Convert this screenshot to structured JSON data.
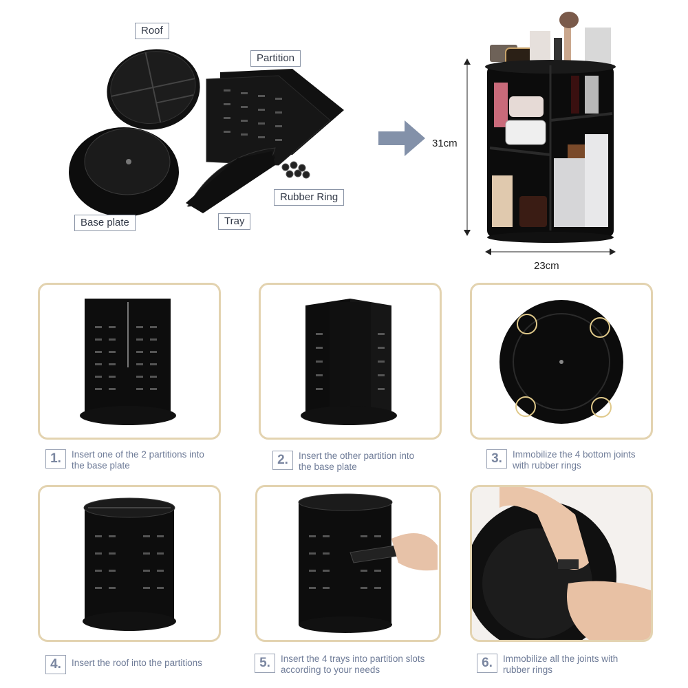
{
  "parts": {
    "roof": "Roof",
    "partition": "Partition",
    "base_plate": "Base plate",
    "tray": "Tray",
    "rubber_ring": "Rubber Ring"
  },
  "dimensions": {
    "height": "31cm",
    "width": "23cm"
  },
  "steps": [
    {
      "num": "1.",
      "line1": "Insert one of the 2 partitions into",
      "line2": "the base plate"
    },
    {
      "num": "2.",
      "line1": "Insert the other partition into",
      "line2": "the base plate"
    },
    {
      "num": "3.",
      "line1": "Immobilize the 4 bottom joints",
      "line2": "with rubber rings"
    },
    {
      "num": "4.",
      "line1": "Insert the roof into the partitions",
      "line2": ""
    },
    {
      "num": "5.",
      "line1": "Insert the 4 trays into partition slots",
      "line2": "according to your needs"
    },
    {
      "num": "6.",
      "line1": "Immobilize all the joints with",
      "line2": "rubber rings"
    }
  ],
  "colors": {
    "panel_border": "#e3d3b0",
    "arrow": "#8391a9",
    "step_text": "#6f7c98"
  }
}
